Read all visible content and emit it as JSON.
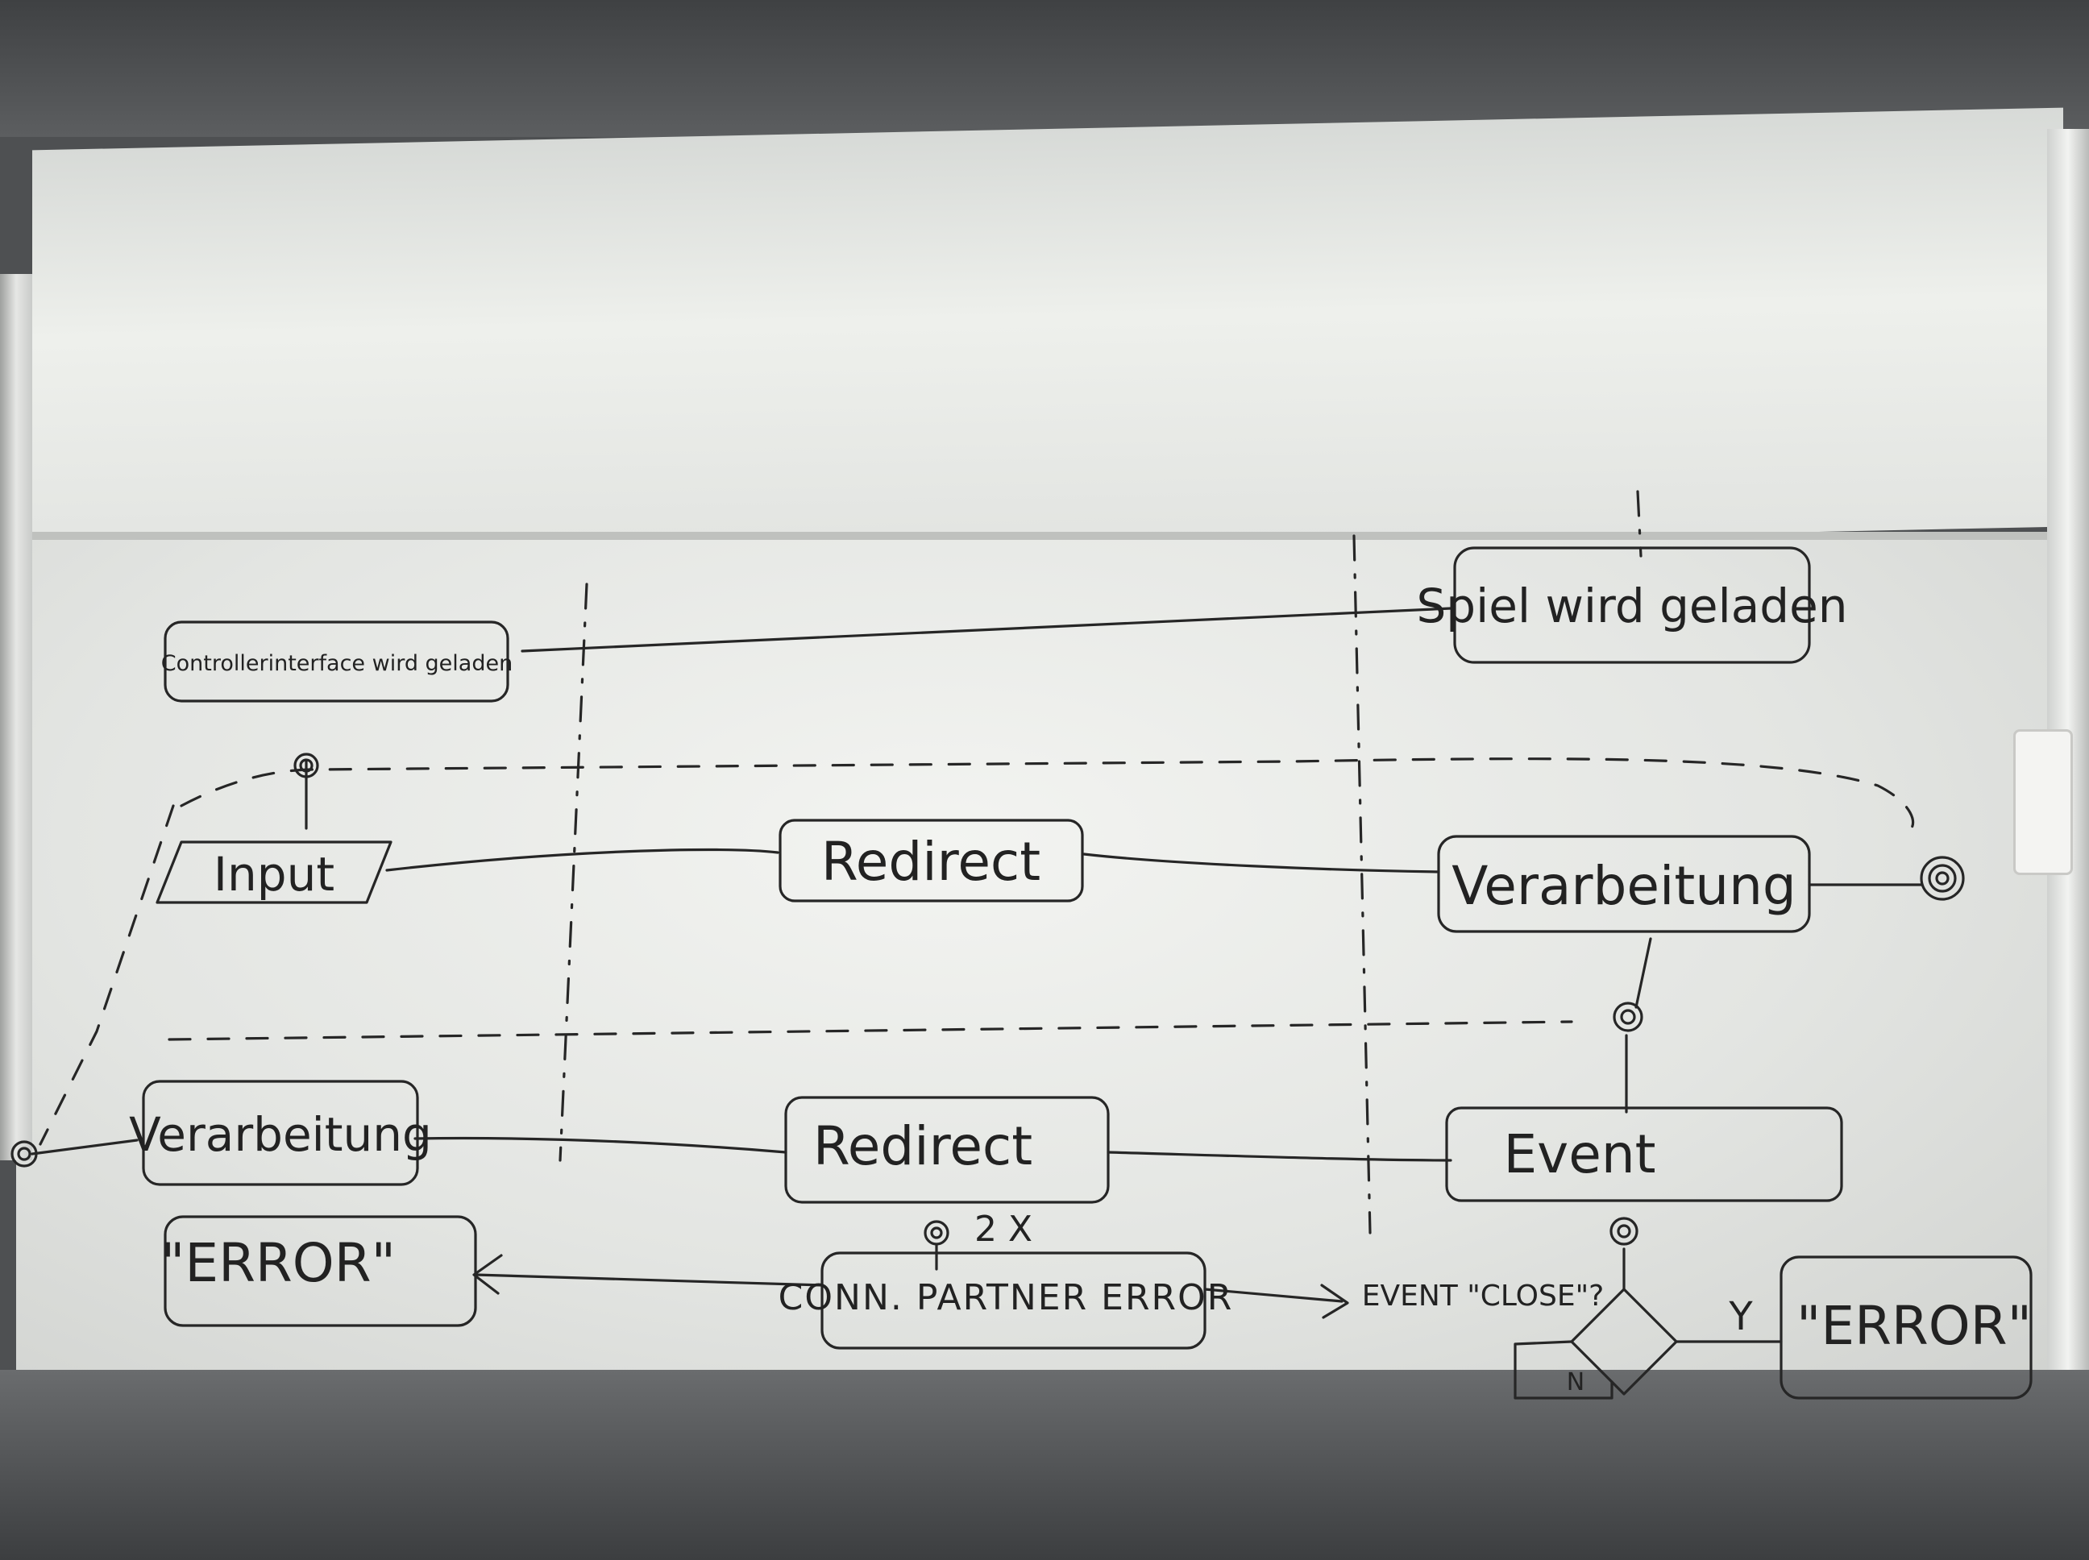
{
  "diagram": {
    "nodes": {
      "controller_loading": "Controllerinterface wird geladen",
      "game_loading": "Spiel wird geladen",
      "input": "Input",
      "redirect_top": "Redirect",
      "processing_top": "Verarbeitung",
      "processing_bottom": "Verarbeitung",
      "redirect_bottom": "Redirect",
      "event": "Event",
      "error_left": "\"ERROR\"",
      "conn_partner_error": "CONN. PARTNER ERROR",
      "error_right": "\"ERROR\"",
      "decision_question": "EVENT \"CLOSE\"?",
      "decision_yes": "Y",
      "decision_no": "N",
      "repeat_count": "2 X"
    }
  }
}
